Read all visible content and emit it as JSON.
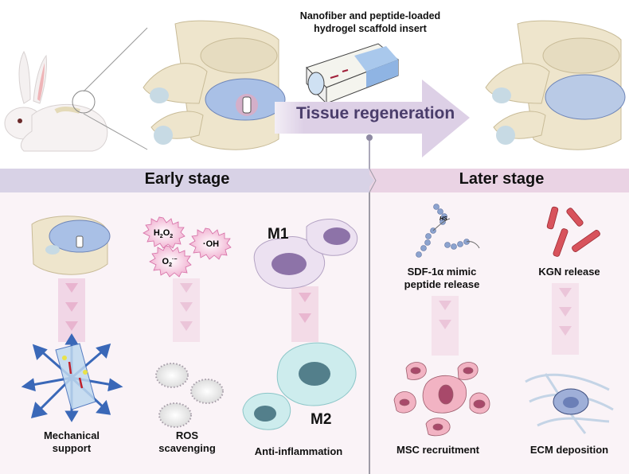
{
  "header": {
    "scaffold_caption_line1": "Nanofiber and peptide-loaded",
    "scaffold_caption_line2": "hydrogel scaffold insert",
    "arrow_label": "Tissue regeneration"
  },
  "stages": {
    "early": {
      "title": "Early stage",
      "panels": [
        {
          "id": "mechanical",
          "caption_line1": "Mechanical",
          "caption_line2": "support"
        },
        {
          "id": "ros",
          "caption_line1": "ROS",
          "caption_line2": "scavenging",
          "species": [
            "H2O2",
            "·OH",
            "O2·−"
          ]
        },
        {
          "id": "anti-inflammation",
          "caption_line1": "Anti-inflammation",
          "phenotype_before": "M1",
          "phenotype_after": "M2"
        }
      ]
    },
    "later": {
      "title": "Later stage",
      "panels": [
        {
          "id": "sdf",
          "caption_line1": "SDF-1α mimic",
          "caption_line2": "peptide release",
          "result": "MSC recruitment",
          "thiol_label": "HS"
        },
        {
          "id": "kgn",
          "caption_line1": "KGN release",
          "result": "ECM deposition"
        }
      ]
    }
  },
  "colors": {
    "early_band": "#d8d2e6",
    "later_band": "#ead3e4",
    "arrow": "#ddd0e6",
    "arrow_text": "#4a3d6b",
    "disc_blue": "#a9c0e6",
    "bone": "#eee5cc",
    "lower_bg": "#faf3f7"
  }
}
